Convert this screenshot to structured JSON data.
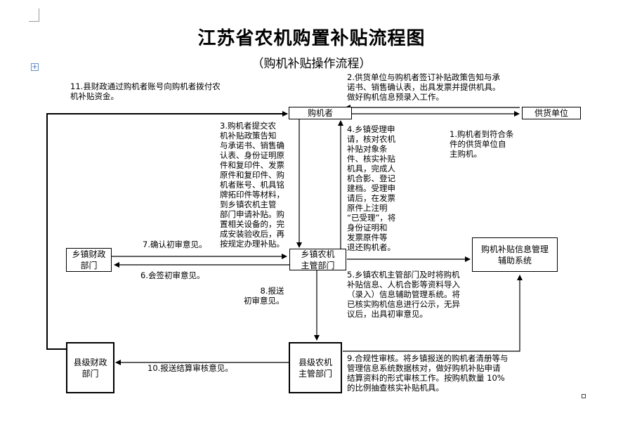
{
  "title": "江苏省农机购置补贴流程图",
  "subtitle": "（购机补贴操作流程）",
  "nodes": {
    "buyer": "购机者",
    "supplier": "供货单位",
    "town_finance": "乡镇财政\n部门",
    "town_agri": "乡镇农机\n主管部门",
    "info_system": "购机补贴信息管理\n辅助系统",
    "county_finance": "县级财政\n部门",
    "county_agri": "县级农机\n主管部门"
  },
  "steps": {
    "s1": "1.购机者到符合条\n件的供货单位自\n主购机。",
    "s2": "2.供货单位与购机者签订补贴政策告知与承\n诺书、销售确认表，出具发票并提供机具。\n做好购机信息预录入工作。",
    "s3": "3.购机者提交农\n机补贴政策告知\n与承诺书、销售确\n认表、身份证明原\n件和复印件、发票\n原件和复印件、购\n机者账号、机具铭\n牌拓印件等材料，\n到乡镇农机主管\n部门申请补贴。购\n置相关设备的，完\n成安装验收后，再\n按规定办理补贴。",
    "s4": "4.乡镇受理申\n请，核对农机\n补贴对象条\n件、核实补贴\n机具，完成人\n机合影、登记\n建档。受理申\n请后，在发票\n原件上注明\n“已受理”，将\n身份证明和\n发票原件等\n退还购机者。",
    "s5": "5.乡镇农机主管部门及时将购机\n补贴信息、人机合影等资料导入\n（录入）信息辅助管理系统。将\n已核实购机信息进行公示，无异\n议后，出具初审意见。",
    "s6": "6.会签初审意见。",
    "s7": "7.确认初审意见。",
    "s8": "8.报送\n初审意见。",
    "s9": "9.合规性审核。将乡镇报送的购机者清册等与\n管理信息系统数据核对，做好购机补贴申请\n结算资料的形式审核工作。按购机数量 10%\n的比例抽查核实补贴机具。",
    "s10": "10.报送结算审核意见。",
    "s11": "11.县财政通过购机者账号向购机者拨付农\n机补贴资金。"
  },
  "colors": {
    "line": "#000000",
    "background": "#ffffff"
  }
}
